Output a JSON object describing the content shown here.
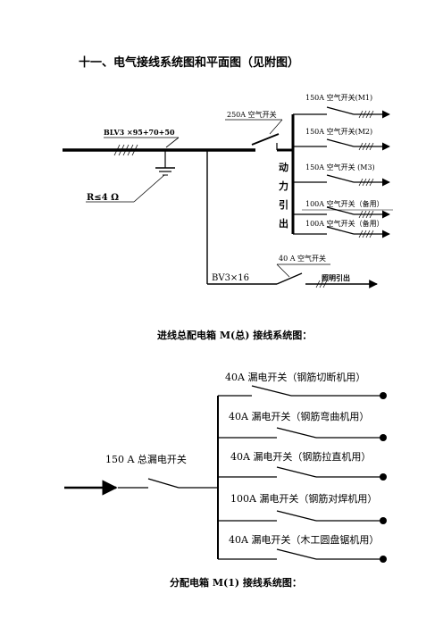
{
  "section_title": "十一、电气接线系统图和平面图（见附图）",
  "diagram1": {
    "incoming_cable": "BLV3 ×95+70+50",
    "grounding_resistance": "R≤4 Ω",
    "main_breaker": "250A 空气开关",
    "power_outlet_label": [
      "动",
      "力",
      "引",
      "出"
    ],
    "branches": [
      "150A 空气开关(M1)",
      "150A 空气开关(M2)",
      "150A 空气开关 (M3)",
      "100A 空气开关（备用）",
      "100A 空气开关（备用）"
    ],
    "lighting_cable": "BV3×16",
    "lighting_breaker": "40 A 空气开关",
    "lighting_outlet": "照明引出",
    "caption": "进线总配电箱 M(总) 接线系统图："
  },
  "diagram2": {
    "main_breaker": "150 A 总漏电开关",
    "branches": [
      "40A 漏电开关（钢筋切断机用）",
      "40A 漏电开关（钢筋弯曲机用）",
      "40A 漏电开关（钢筋拉直机用）",
      "100A 漏电开关（钢筋对焊机用）",
      "40A 漏电开关（木工圆盘锯机用）"
    ],
    "caption": "分配电箱 M(1) 接线系统图："
  }
}
